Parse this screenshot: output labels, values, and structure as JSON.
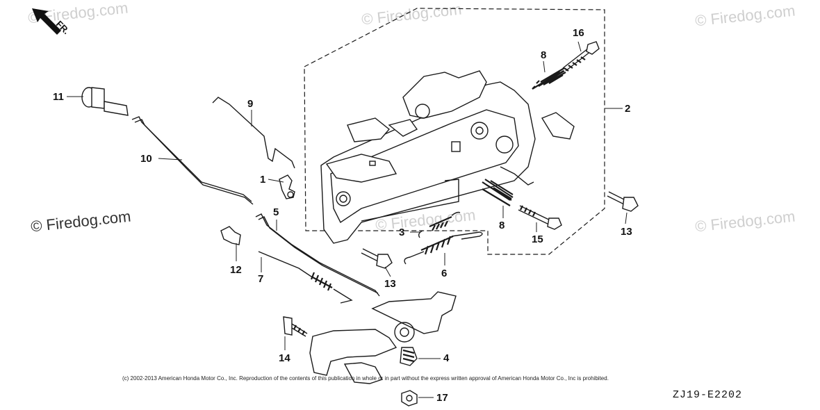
{
  "watermark_text": "© Firedog.com",
  "direction_label": "FR.",
  "callouts": {
    "p1": "1",
    "p2": "2",
    "p3": "3",
    "p4": "4",
    "p5": "5",
    "p6": "6",
    "p7": "7",
    "p8a": "8",
    "p8b": "8",
    "p9": "9",
    "p10": "10",
    "p11": "11",
    "p12": "12",
    "p13a": "13",
    "p13b": "13",
    "p14": "14",
    "p15": "15",
    "p16": "16",
    "p17": "17"
  },
  "copyright": "(c) 2002-2013 American Honda Motor Co., Inc. Reproduction of the contents of this publication in whole or in part without the express written approval of American Honda Motor Co., Inc is prohibited.",
  "diagram_code": "ZJ19-E2202",
  "colors": {
    "line": "#1a1a1a",
    "watermark": "#cfcfcf",
    "background": "#ffffff"
  }
}
